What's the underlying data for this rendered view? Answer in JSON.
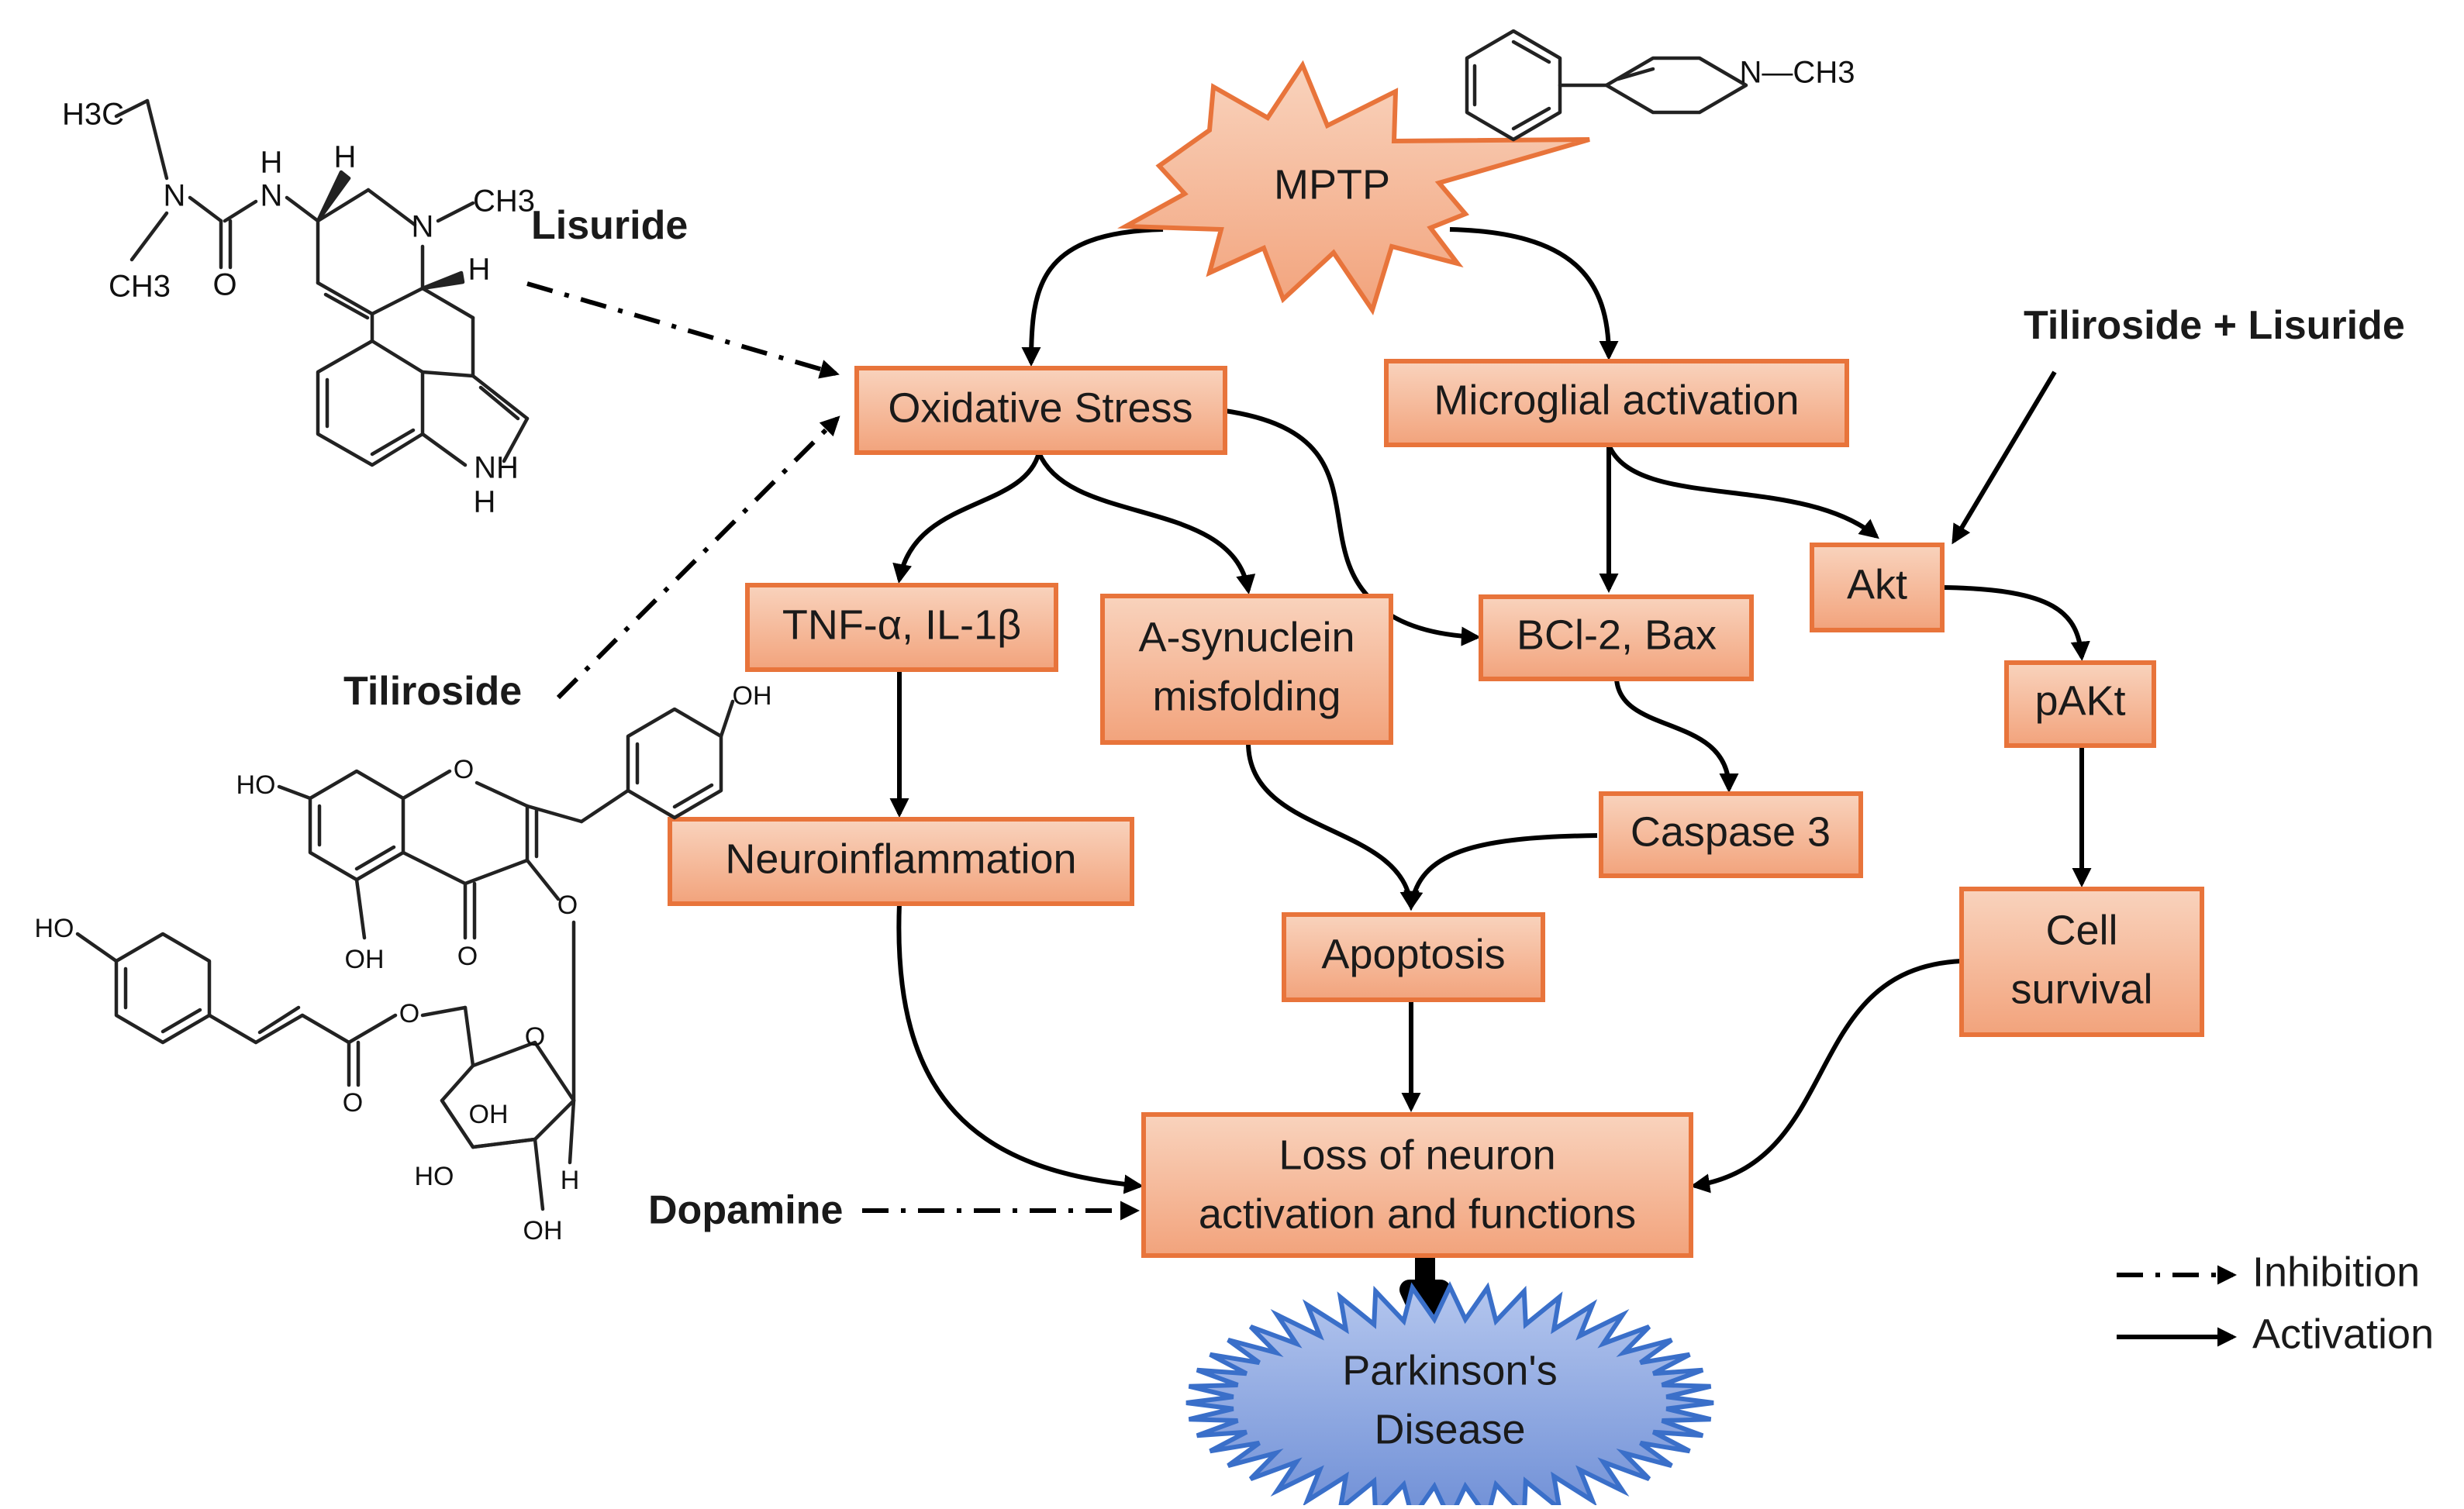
{
  "nodes": {
    "mptp": "MPTP",
    "oxidative_stress": "Oxidative Stress",
    "microglial_activation": "Microglial activation",
    "tnf_il": "TNF-α, IL-1β",
    "synuclein_line1": "A-synuclein",
    "synuclein_line2": "misfolding",
    "bcl2_bax": "BCl-2, Bax",
    "akt": "Akt",
    "pakt": "pAKt",
    "neuroinflammation": "Neuroinflammation",
    "caspase3": "Caspase 3",
    "apoptosis": "Apoptosis",
    "cell_survival_line1": "Cell",
    "cell_survival_line2": "survival",
    "loss_line1": "Loss of neuron",
    "loss_line2": "activation and functions",
    "parkinsons_line1": "Parkinson's",
    "parkinsons_line2": "Disease"
  },
  "drugs": {
    "lisuride": "Lisuride",
    "tiliroside": "Tiliroside",
    "combo": "Tiliroside + Lisuride",
    "dopamine": "Dopamine"
  },
  "legend": {
    "inhibition": "Inhibition",
    "activation": "Activation"
  },
  "chem_labels": {
    "h3c": "H3C",
    "ch3": "CH3",
    "n": "N",
    "h": "H",
    "nh": "NH",
    "o": "O",
    "ho": "HO",
    "oh": "OH",
    "n_ch3": "N—CH3"
  },
  "colors": {
    "box_fill_top": "#f9d3bd",
    "box_fill_bottom": "#f2a37c",
    "box_stroke": "#e8743b",
    "burst_blue_top": "#b4c6ee",
    "burst_blue_bottom": "#6f8fd6",
    "burst_blue_stroke": "#3a6fc9"
  }
}
